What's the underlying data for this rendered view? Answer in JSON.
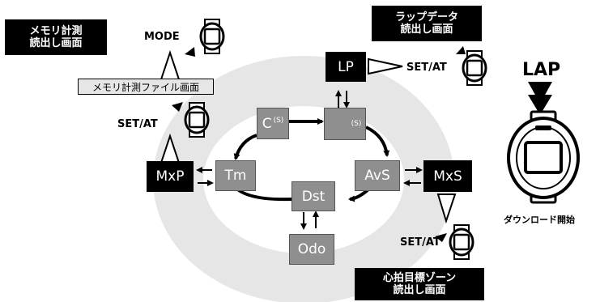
{
  "labels": {
    "memory_read_line1": "メモリ計測",
    "memory_read_line2": "読出し画面",
    "lap_data_line1": "ラップデータ",
    "lap_data_line2": "読出し画面",
    "heart_zone_line1": "心拍目標ゾーン",
    "heart_zone_line2": "読出し画面",
    "memory_file": "メモリ計測ファイル画面",
    "mode": "MODE",
    "set_at_1": "SET/AT",
    "set_at_2": "SET/AT",
    "set_at_3": "SET/AT",
    "lap": "LAP",
    "download_start": "ダウンロード開始"
  },
  "modes": {
    "c": {
      "main": "C",
      "sub": "(S)"
    },
    "heart": {
      "sub": "(S)"
    },
    "lp": "LP",
    "avs": "AvS",
    "mxs": "MxS",
    "dst": "Dst",
    "odo": "Odo",
    "tm": "Tm",
    "mxp": "MxP"
  },
  "colors": {
    "ring": "#e6e6e6",
    "mode_box": "#8f8f8f",
    "dark_box": "#000000"
  }
}
